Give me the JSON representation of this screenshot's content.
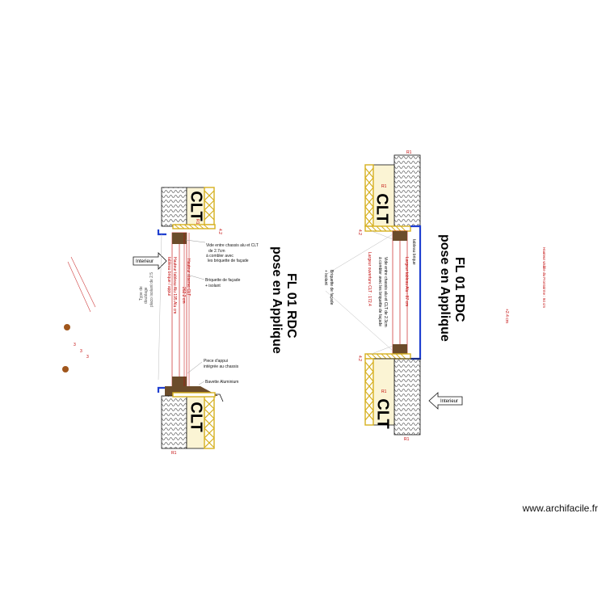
{
  "drawing": {
    "watermark": "www.archifacile.fr",
    "title_line1": "FL 01 RDC",
    "title_line2": "pose en Applique",
    "clt_label": "CLT",
    "interieur_label": "Interieur",
    "dim_r1": "R1",
    "dim_42": "4.2",
    "tick_3": "3"
  },
  "left_section": {
    "annot_vide_1": "Vide entre chassis alu et CLT",
    "annot_vide_2": "de 2.7cm",
    "annot_vide_3": "à combler avec",
    "annot_vide_4": "les briquette de façade",
    "annot_brique_1": "Briquette de façade",
    "annot_brique_2": "+ isolant",
    "annot_piece_1": "Piece d'appui",
    "annot_piece_2": "intégrée au chassis",
    "annot_bavette": "Bavette Aluminium",
    "dim_hauteur_1": "Hauteur réserve CLT",
    "dim_hauteur_2": "262.2 cm",
    "dim_tableau_1": "Hauteur tableau Alu 195.Alu cm",
    "dim_tableau_2": "tableau brique / appui",
    "type_doublage_1": "Type de",
    "type_doublage_2": "doublage",
    "type_doublage_3": "placo isolant de 2.5"
  },
  "right_section": {
    "annot_brique_1": "Briquette de façade",
    "annot_brique_2": "+ isolant",
    "annot_vide_1": "Vide entre chassis alu et CLT de 2.3cm",
    "annot_vide_2": "à combler avec les briquette de façade",
    "dim_largeur_clt": "Largeur ouverture CLT : 172.4",
    "dim_largeur_alu": "Largeur tableau Alu : 87 cm",
    "dim_tableau": "tableau brique",
    "side_note": "Hauteur visible du Frontoirme : 94 cm",
    "side_note2": "+2.4 cm"
  },
  "colors": {
    "clt_fill": "#fbf4d4",
    "truss": "#d6b020",
    "wood": "#6b4c2b",
    "window_blue": "#1f3fd0",
    "dim_red": "#c00000",
    "accent_brown": "#a0561c"
  }
}
